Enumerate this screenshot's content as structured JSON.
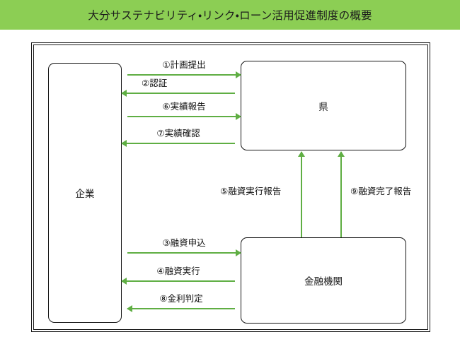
{
  "header": {
    "title": "大分サステナビリティ・リンク・ローン活用促進制度の概要",
    "banner_color": "#8CCE54"
  },
  "diagram": {
    "arrow_color": "#5FAE43",
    "border_color": "#141414",
    "entities": [
      {
        "id": "company",
        "label": "企業"
      },
      {
        "id": "prefecture",
        "label": "県"
      },
      {
        "id": "bank",
        "label": "金融機関"
      }
    ],
    "flows_horizontal": [
      {
        "step": "1",
        "label": "①計画提出",
        "from": "company",
        "to": "prefecture",
        "direction": "right"
      },
      {
        "step": "2",
        "label": "②認証",
        "from": "prefecture",
        "to": "company",
        "direction": "left"
      },
      {
        "step": "6",
        "label": "⑥実績報告",
        "from": "company",
        "to": "prefecture",
        "direction": "right"
      },
      {
        "step": "7",
        "label": "⑦実績確認",
        "from": "prefecture",
        "to": "company",
        "direction": "left"
      },
      {
        "step": "3",
        "label": "③融資申込",
        "from": "company",
        "to": "bank",
        "direction": "right"
      },
      {
        "step": "4",
        "label": "④融資実行",
        "from": "bank",
        "to": "company",
        "direction": "left"
      },
      {
        "step": "8",
        "label": "⑧金利判定",
        "from": "bank",
        "to": "company",
        "direction": "left"
      }
    ],
    "flows_vertical": [
      {
        "step": "5",
        "label": "⑤融資実行報告",
        "from": "bank",
        "to": "prefecture",
        "direction": "up"
      },
      {
        "step": "9",
        "label": "⑨融資完了報告",
        "from": "bank",
        "to": "prefecture",
        "direction": "up"
      }
    ]
  }
}
